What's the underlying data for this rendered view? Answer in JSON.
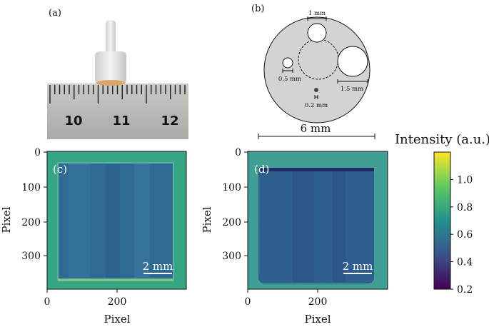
{
  "panels": {
    "a": {
      "letter": "(a)",
      "ruler_numbers": [
        "10",
        "11",
        "12"
      ]
    },
    "b": {
      "letter": "(b)",
      "hole_labels": [
        "1 mm",
        "0.5 mm",
        "1.5 mm",
        "0.2 mm"
      ],
      "scale_label": "6 mm"
    },
    "c": {
      "letter": "(c)",
      "scalebar": "2 mm"
    },
    "d": {
      "letter": "(d)",
      "scalebar": "2 mm"
    }
  },
  "axes": {
    "xlabel": "Pixel",
    "ylabel": "Pixel",
    "y_ticks": [
      "0",
      "100",
      "200",
      "300"
    ],
    "x_ticks": [
      "0",
      "200"
    ]
  },
  "colorbar": {
    "title": "Intensity (a.u.)",
    "ticks": [
      "1.0",
      "0.8",
      "0.6",
      "0.4",
      "0.2"
    ],
    "range": [
      0.2,
      1.2
    ],
    "colormap": [
      "#440154",
      "#3b528b",
      "#21918c",
      "#5ec962",
      "#fde725"
    ]
  },
  "colors": {
    "background_c": "#35a583",
    "sample_c": "#2f6a93",
    "background_d": "#2c8f87",
    "sample_d": "#2f5f8f"
  }
}
